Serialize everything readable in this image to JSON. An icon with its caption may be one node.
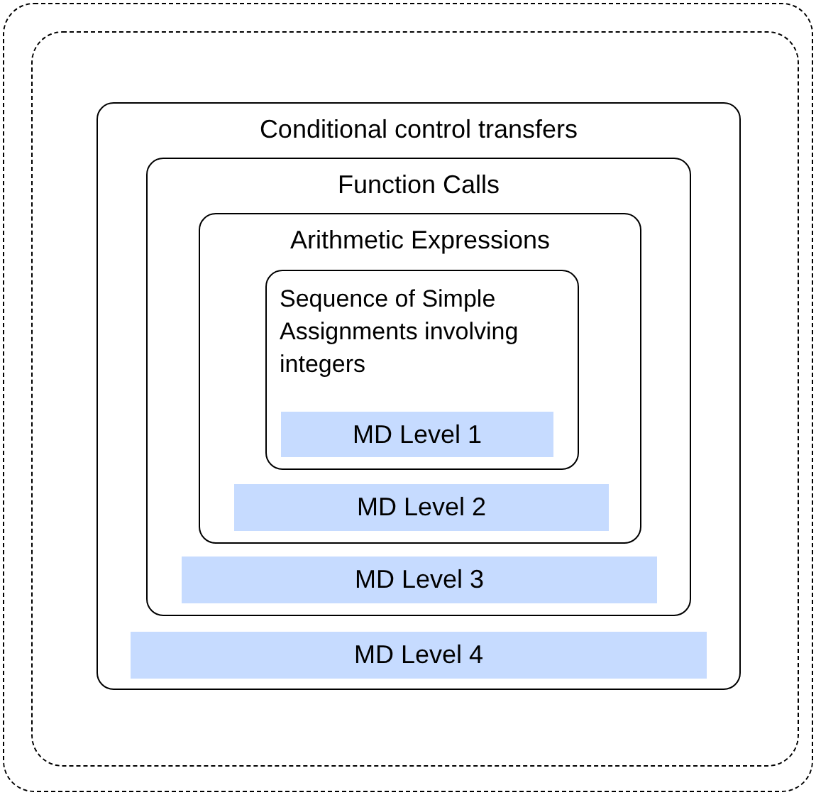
{
  "diagram": {
    "nodes": [
      {
        "text": [],
        "shape": "box"
      },
      {
        "text": [],
        "shape": "box",
        "in": 0
      },
      {
        "text": [
          "Conditional control transfers"
        ],
        "in": 1
      },
      {
        "text": [
          "Function Calls"
        ],
        "in": 2
      },
      {
        "text": [
          "Arithmetic Expressions"
        ],
        "in": 3
      },
      {
        "text": [
          "Sequence of Simple Assignments involving integers"
        ],
        "in": 4
      },
      {
        "text": [
          "MD Level 1"
        ],
        "in": 5
      },
      {
        "text": [
          "MD Level 2"
        ],
        "in": 4
      },
      {
        "text": [
          "MD Level 3"
        ],
        "in": 3
      },
      {
        "text": [
          "MD Level 4"
        ],
        "in": 2
      }
    ]
  }
}
